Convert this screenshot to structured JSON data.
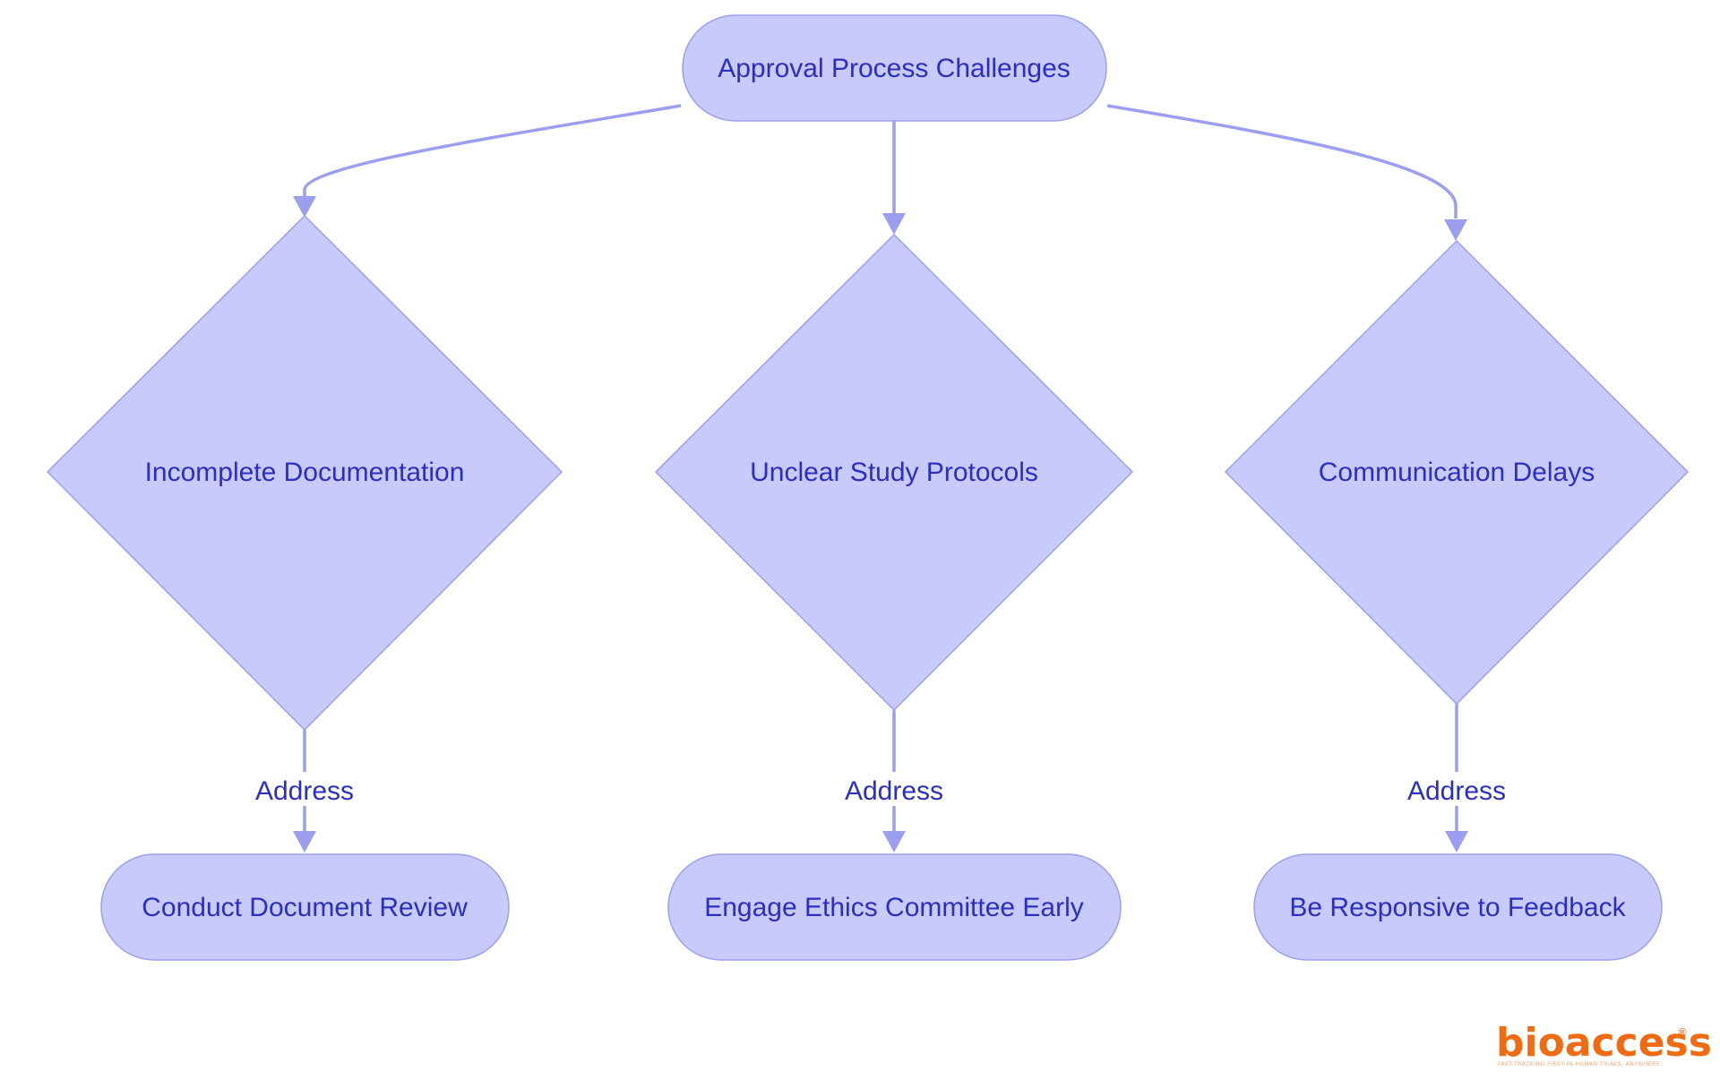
{
  "diagram": {
    "root": "Approval Process Challenges",
    "challenges": [
      "Incomplete Documentation",
      "Unclear Study Protocols",
      "Communication Delays"
    ],
    "edge_label": "Address",
    "actions": [
      "Conduct Document Review",
      "Engage Ethics Committee Early",
      "Be Responsive to Feedback"
    ]
  },
  "logo": {
    "name": "bioaccess",
    "registered": "®",
    "tagline": "FAST-TRACKING FIRST-IN-HUMAN TRIALS, ANYWHERE"
  },
  "colors": {
    "node_fill": "#c8cafb",
    "node_stroke": "#9a9ff0",
    "text": "#2a2fc4",
    "edge": "#9a9ff0",
    "logo": "#f06a12"
  }
}
